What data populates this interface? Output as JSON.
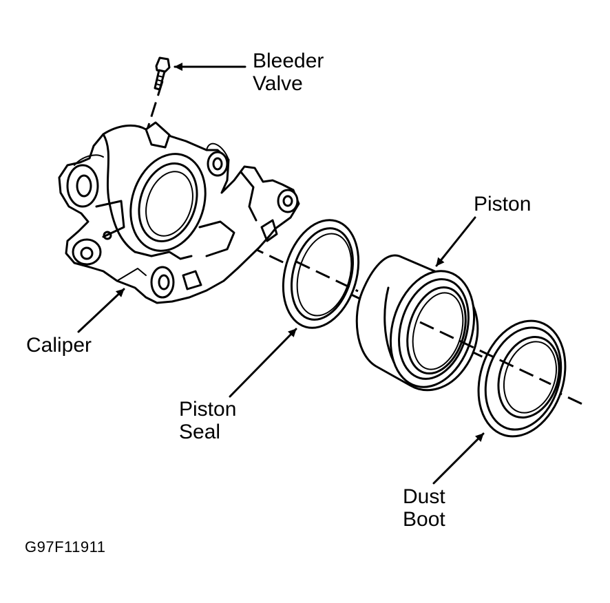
{
  "labels": {
    "bleeder_valve": [
      "Bleeder",
      "Valve"
    ],
    "piston": "Piston",
    "caliper": "Caliper",
    "piston_seal": [
      "Piston",
      "Seal"
    ],
    "dust_boot": [
      "Dust",
      "Boot"
    ]
  },
  "figure_code": "G97F11911"
}
